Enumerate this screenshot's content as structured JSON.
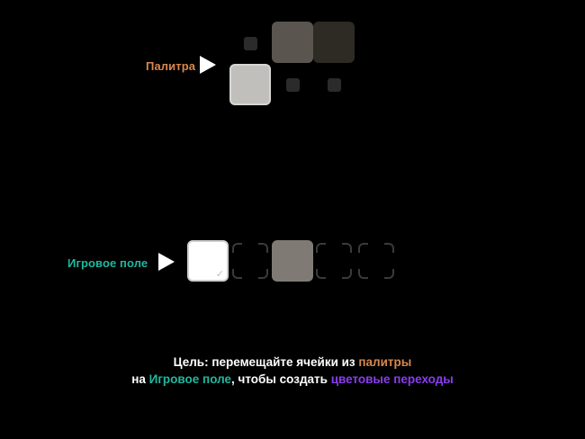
{
  "palette_label": "Палитра",
  "board_label": "Игровое поле",
  "palette": {
    "tiles": [
      {
        "size": "small",
        "color": "#2b2b2b"
      },
      {
        "size": "big",
        "color": "#5a554f"
      },
      {
        "size": "big",
        "color": "#2e2a24"
      },
      {
        "size": "big",
        "color": "#c0bfbb",
        "selected": true
      },
      {
        "size": "small",
        "color": "#2b2b2b"
      },
      {
        "size": "small",
        "color": "#2b2b2b"
      }
    ]
  },
  "board": {
    "cells": [
      {
        "state": "filled",
        "color": "#ffffff",
        "locked": true,
        "check_icon": "checkmark-icon",
        "check_glyph": "✓"
      },
      {
        "state": "empty"
      },
      {
        "state": "filled",
        "color": "#7f7a74"
      },
      {
        "state": "empty"
      },
      {
        "state": "empty"
      }
    ]
  },
  "instructions": {
    "line1_prefix": "Цель: перемещайте ячейки из ",
    "line1_palette": "палитры",
    "line2_prefix": "на ",
    "line2_board": "Игровое поле",
    "line2_middle": ", чтобы создать ",
    "line2_gradients": "цветовые переходы"
  },
  "colors": {
    "background": "#000000",
    "palette_accent": "#d9874d",
    "board_accent": "#1fb89f",
    "gradient_accent": "#8a3cf0"
  }
}
